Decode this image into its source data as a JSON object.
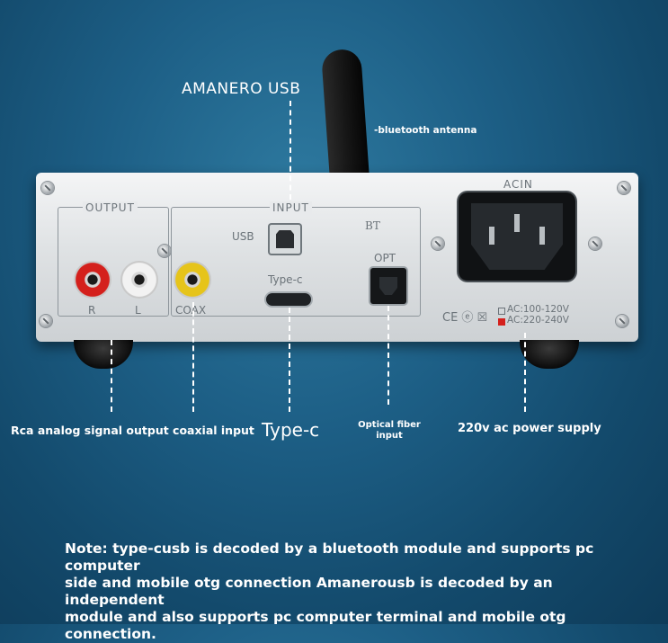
{
  "callouts": {
    "amanero_usb": "AMANERO USB",
    "bluetooth_antenna": "-bluetooth antenna",
    "rca_coaxial": "Rca analog signal output coaxial input",
    "type_c": "Type-c",
    "optical_line1": "Optical fiber",
    "optical_line2": "input",
    "power_supply": "220v ac power supply"
  },
  "panel": {
    "output_label": "OUTPUT",
    "input_label": "INPUT",
    "acin_label": "ACIN",
    "r_label": "R",
    "l_label": "L",
    "coax_label": "COAX",
    "usb_label": "USB",
    "typec_label": "Type-c",
    "bt_label": "BT",
    "opt_label": "OPT",
    "ce_marks": "CE ⓔ ☒",
    "voltage_1": "AC:100-120V",
    "voltage_2": "AC:220-240V"
  },
  "note": {
    "line1": "Note: type-cusb is decoded by a bluetooth module and supports pc computer",
    "line2": "side and mobile otg connection Amanerousb is decoded by an independent",
    "line3": "module and also supports pc computer terminal and mobile otg connection."
  },
  "colors": {
    "rca_right": "#d4201c",
    "rca_left": "#f2f2f2",
    "coax": "#e6c41a",
    "voltage_selected": "#d4201c"
  }
}
